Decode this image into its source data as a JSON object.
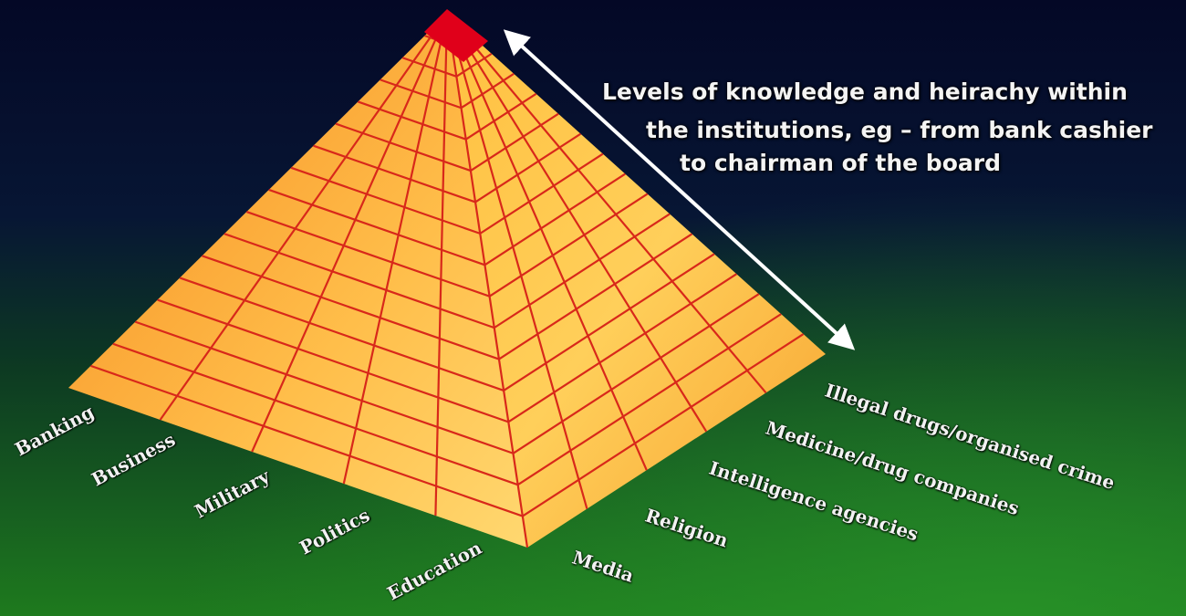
{
  "caption": {
    "line1": "Levels of knowledge and heirachy within",
    "line2": "the institutions, eg – from bank cashier",
    "line3": "to chairman of the board"
  },
  "left_face_labels": [
    "Banking",
    "Business",
    "Military",
    "Politics",
    "Education"
  ],
  "right_face_labels": [
    "Media",
    "Religion",
    "Intelligence agencies",
    "Medicine/drug companies",
    "Illegal drugs/organised crime"
  ],
  "colors": {
    "apex": "#e0001a",
    "face_light": "#ffd060",
    "face_dark": "#f07a18",
    "grid_lines": "#d8281a",
    "arrow": "#ffffff",
    "sky_top": "#050a2a",
    "ground": "#1a6a1a"
  }
}
